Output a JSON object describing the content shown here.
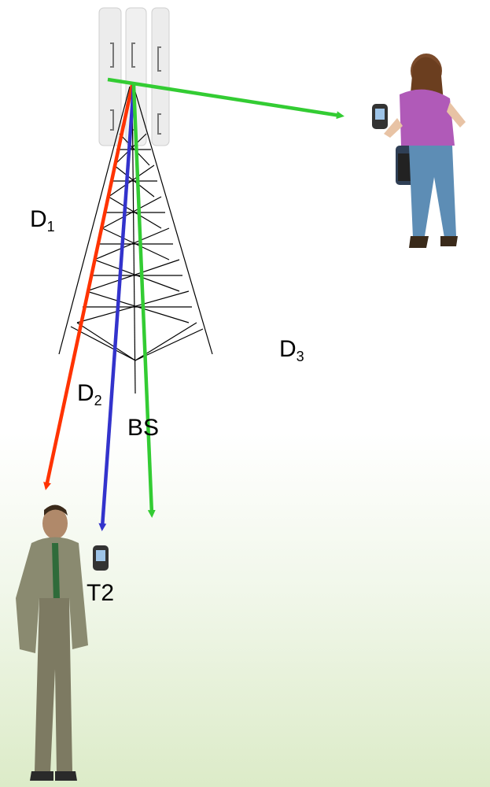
{
  "labels": {
    "d1": {
      "main": "D",
      "sub": "1"
    },
    "d2": {
      "main": "D",
      "sub": "2"
    },
    "d3": {
      "main": "D",
      "sub": "3"
    },
    "bs": "BS",
    "t2": "T2"
  },
  "colors": {
    "red_link": "#ff3300",
    "blue_link": "#3333cc",
    "green_link": "#33cc33",
    "tower": "#000000",
    "antenna": "#e8e8e8"
  },
  "icons": [
    "base-station-tower",
    "woman-with-handset",
    "man-with-handset",
    "mobile-terminal-icon"
  ]
}
